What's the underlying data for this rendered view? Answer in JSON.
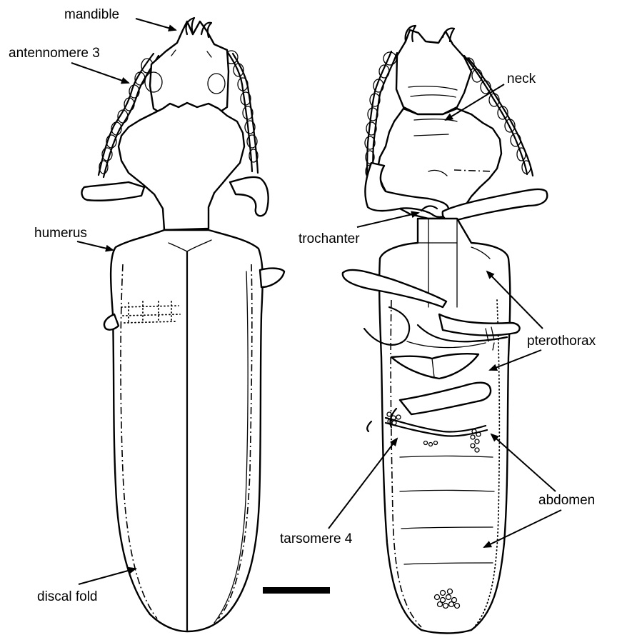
{
  "labels": {
    "mandible": "mandible",
    "antennomere": "antennomere 3",
    "humerus": "humerus",
    "discal_fold": "discal fold",
    "neck": "neck",
    "trochanter": "trochanter",
    "pterothorax": "pterothorax",
    "tarsomere": "tarsomere 4",
    "abdomen": "abdomen"
  },
  "colors": {
    "ink": "#000000",
    "background": "#ffffff"
  }
}
